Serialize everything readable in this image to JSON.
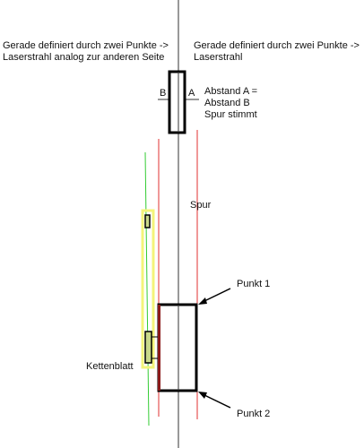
{
  "labels": {
    "left_note": "Gerade definiert durch zwei Punkte ->\nLaserstrahl analog zur anderen Seite",
    "right_note": "Gerade definiert durch zwei Punkte ->\nLaserstrahl",
    "label_b": "B",
    "label_a": "A",
    "distance_note": "Abstand A =\nAbstand B\nSpur stimmt",
    "track": "Spur",
    "point1": "Punkt 1",
    "point2": "Punkt 2",
    "chainring": "Kettenblatt"
  },
  "colors": {
    "center_line": "#333333",
    "laser_lines": "#e03030",
    "chain_line": "#33cc33",
    "chainring_highlight": "#f4f47a",
    "outline": "#000000"
  }
}
